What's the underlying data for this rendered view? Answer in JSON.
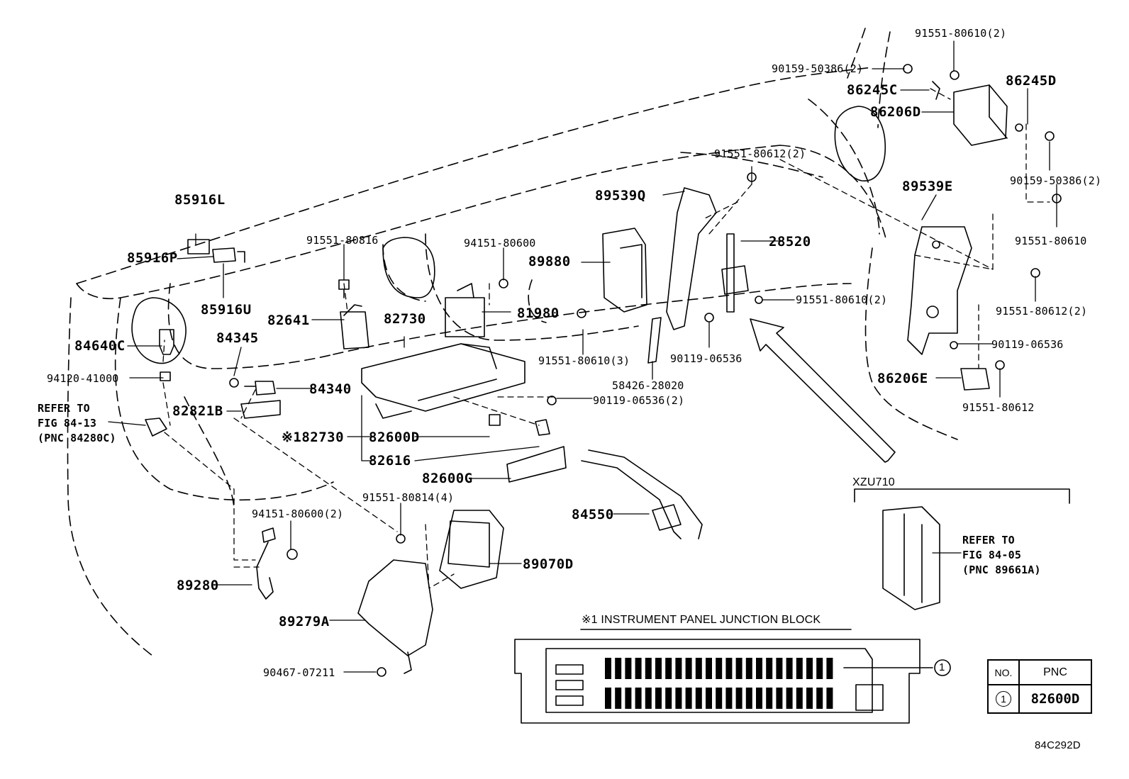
{
  "labels": [
    {
      "id": "85916L",
      "text": "85916L",
      "cls": "big"
    },
    {
      "id": "85916P",
      "text": "85916P",
      "cls": "big"
    },
    {
      "id": "85916U",
      "text": "85916U",
      "cls": "big"
    },
    {
      "id": "84640C",
      "text": "84640C",
      "cls": "big"
    },
    {
      "id": "94120-41000",
      "text": "94120-41000",
      "cls": "small"
    },
    {
      "id": "refer-84-13",
      "text": "REFER TO\nFIG 84-13\n(PNC 84280C)",
      "cls": "note"
    },
    {
      "id": "91551-80816",
      "text": "91551-80816",
      "cls": "small"
    },
    {
      "id": "82641",
      "text": "82641",
      "cls": "big"
    },
    {
      "id": "84345",
      "text": "84345",
      "cls": "big"
    },
    {
      "id": "84340",
      "text": "84340",
      "cls": "big"
    },
    {
      "id": "82821B",
      "text": "82821B",
      "cls": "big"
    },
    {
      "id": "82730-top",
      "text": "82730",
      "cls": "big"
    },
    {
      "id": "82730-ref",
      "text": "※182730",
      "cls": "big"
    },
    {
      "id": "82600D",
      "text": "82600D",
      "cls": "big"
    },
    {
      "id": "82616",
      "text": "82616",
      "cls": "big"
    },
    {
      "id": "82600G",
      "text": "82600G",
      "cls": "big"
    },
    {
      "id": "94151-80600",
      "text": "94151-80600",
      "cls": "small"
    },
    {
      "id": "81980",
      "text": "81980",
      "cls": "big"
    },
    {
      "id": "89880",
      "text": "89880",
      "cls": "big"
    },
    {
      "id": "89539Q",
      "text": "89539Q",
      "cls": "big"
    },
    {
      "id": "91551-80610-3",
      "text": "91551-80610(3)",
      "cls": "small"
    },
    {
      "id": "90119-06536-2",
      "text": "90119-06536(2)",
      "cls": "small"
    },
    {
      "id": "58426-28020",
      "text": "58426-28020",
      "cls": "small"
    },
    {
      "id": "90119-06536-mid",
      "text": "90119-06536",
      "cls": "small"
    },
    {
      "id": "91551-80612-2-top",
      "text": "91551-80612(2)",
      "cls": "small"
    },
    {
      "id": "28520",
      "text": "28520",
      "cls": "big"
    },
    {
      "id": "91551-80610-2-mid",
      "text": "91551-80610(2)",
      "cls": "small"
    },
    {
      "id": "90159-50386-2-top",
      "text": "90159-50386(2)",
      "cls": "small"
    },
    {
      "id": "91551-80610-2-top",
      "text": "91551-80610(2)",
      "cls": "small"
    },
    {
      "id": "86245C",
      "text": "86245C",
      "cls": "big"
    },
    {
      "id": "86206D",
      "text": "86206D",
      "cls": "big"
    },
    {
      "id": "86245D",
      "text": "86245D",
      "cls": "big"
    },
    {
      "id": "90159-50386-2-right",
      "text": "90159-50386(2)",
      "cls": "small"
    },
    {
      "id": "91551-80610-right",
      "text": "91551-80610",
      "cls": "small"
    },
    {
      "id": "89539E",
      "text": "89539E",
      "cls": "big"
    },
    {
      "id": "91551-80612-2-right",
      "text": "91551-80612(2)",
      "cls": "small"
    },
    {
      "id": "90119-06536-right",
      "text": "90119-06536",
      "cls": "small"
    },
    {
      "id": "86206E",
      "text": "86206E",
      "cls": "big"
    },
    {
      "id": "91551-80612-right",
      "text": "91551-80612",
      "cls": "small"
    },
    {
      "id": "91551-80814-4",
      "text": "91551-80814(4)",
      "cls": "small"
    },
    {
      "id": "94151-80600-2",
      "text": "94151-80600(2)",
      "cls": "small"
    },
    {
      "id": "89280",
      "text": "89280",
      "cls": "big"
    },
    {
      "id": "89070D",
      "text": "89070D",
      "cls": "big"
    },
    {
      "id": "89279A",
      "text": "89279A",
      "cls": "big"
    },
    {
      "id": "90467-07211",
      "text": "90467-07211",
      "cls": "small"
    },
    {
      "id": "84550",
      "text": "84550",
      "cls": "big"
    },
    {
      "id": "xzu710",
      "text": "XZU710",
      "cls": "sans"
    },
    {
      "id": "refer-84-05",
      "text": "REFER TO\nFIG 84-05\n(PNC 89661A)",
      "cls": "note"
    },
    {
      "id": "jb-title",
      "text": "※1 INSTRUMENT PANEL JUNCTION BLOCK",
      "cls": "sans"
    },
    {
      "id": "callout-1",
      "text": "1",
      "cls": "sans"
    },
    {
      "id": "drawing-code",
      "text": "84C292D",
      "cls": "sans"
    }
  ],
  "table": {
    "headers": [
      "NO.",
      "PNC"
    ],
    "rows": [
      [
        "1",
        "82600D"
      ]
    ]
  }
}
